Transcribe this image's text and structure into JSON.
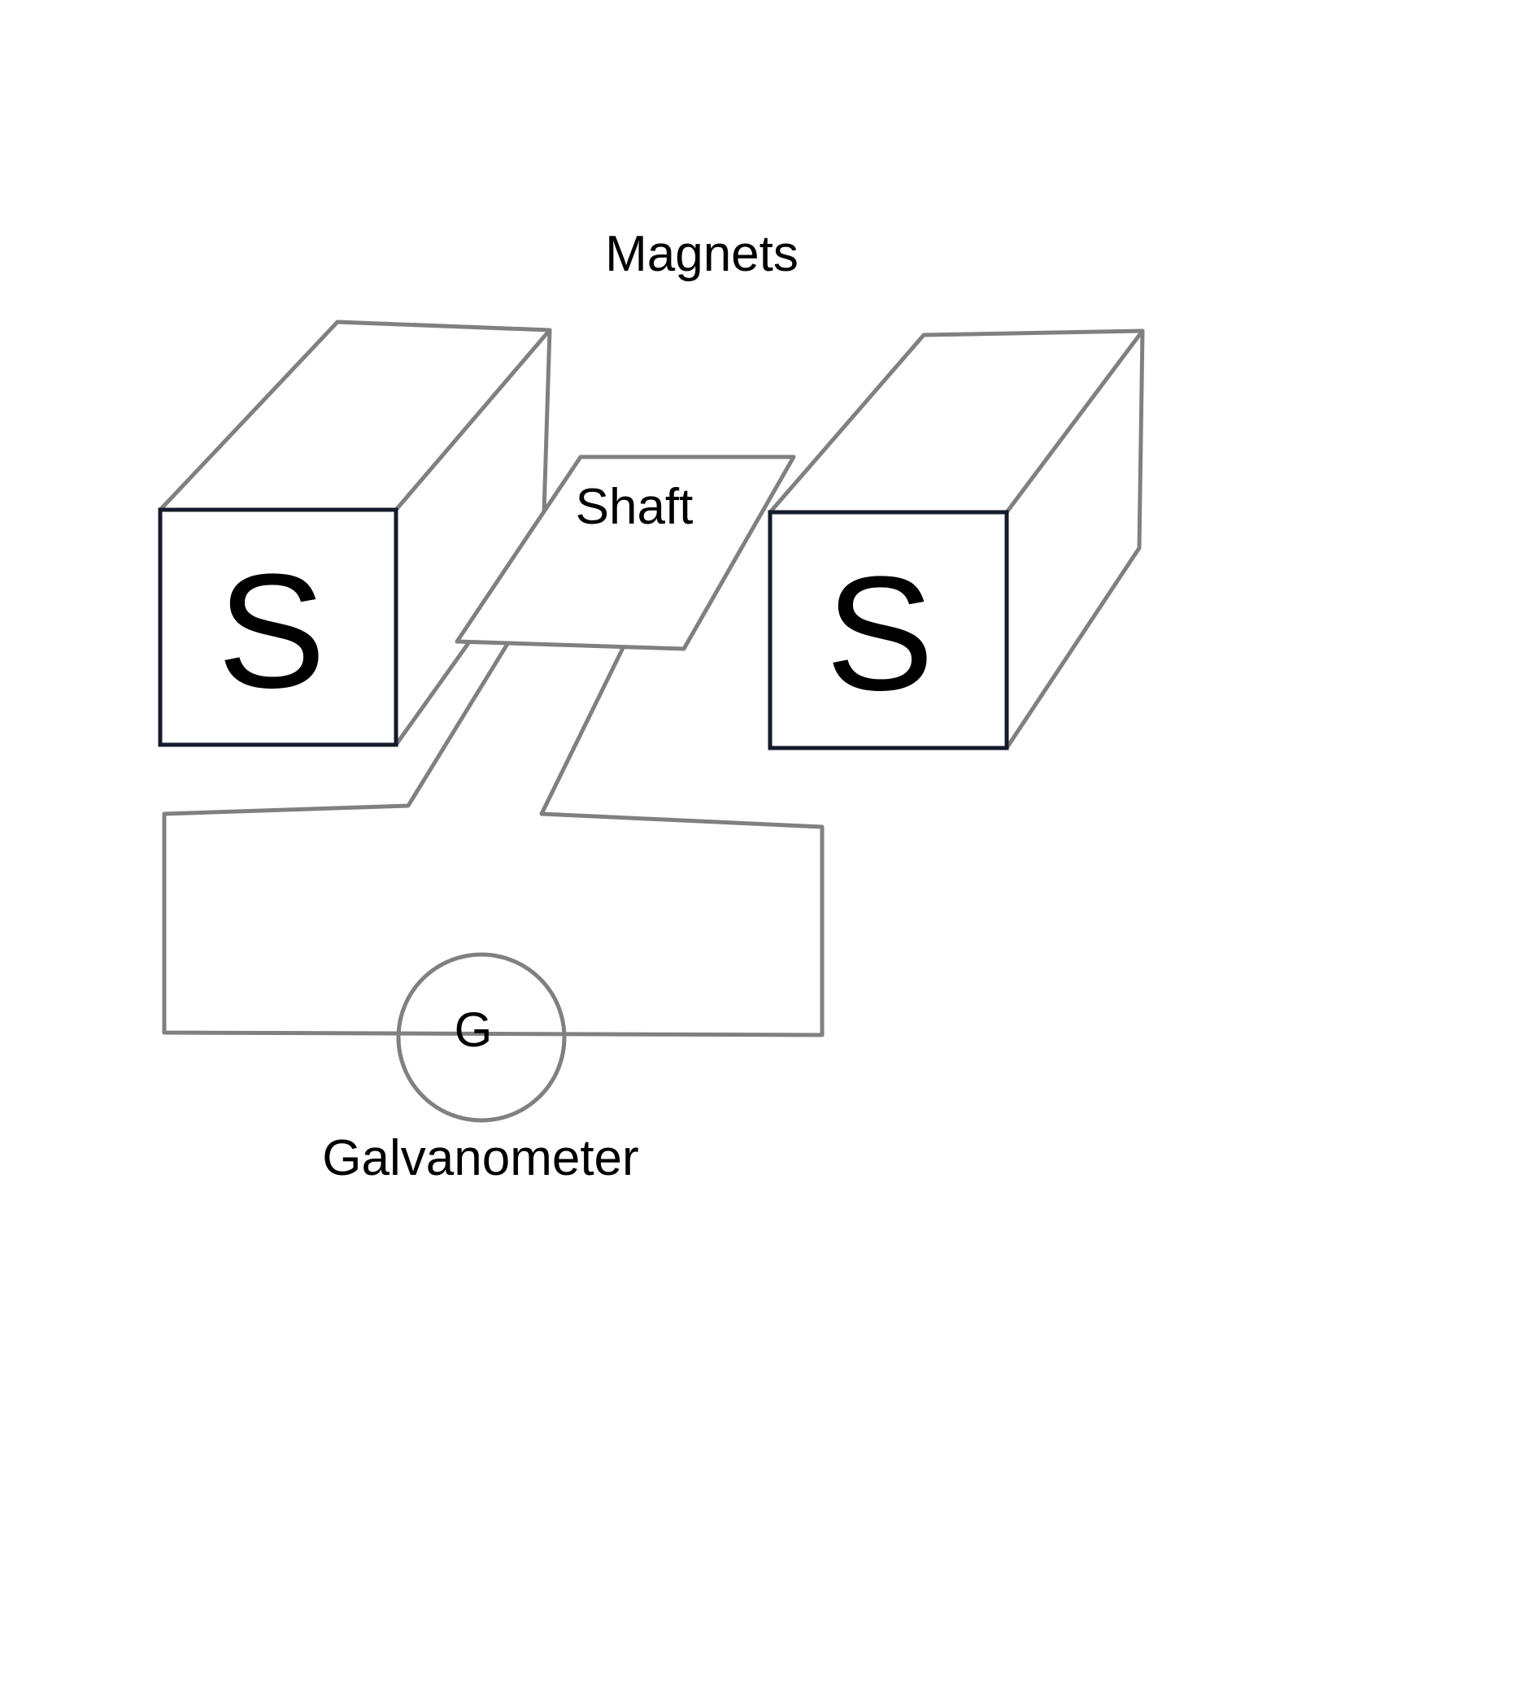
{
  "diagram": {
    "title": "Magnets",
    "left_magnet": {
      "pole": "S"
    },
    "right_magnet": {
      "pole": "S"
    },
    "shaft": {
      "label": "Shaft"
    },
    "galvanometer": {
      "symbol": "G",
      "label": "Galvanometer"
    }
  },
  "colors": {
    "wire": "#808080",
    "magnet_face": "#141b2b",
    "text": "#000000",
    "background": "#ffffff"
  }
}
